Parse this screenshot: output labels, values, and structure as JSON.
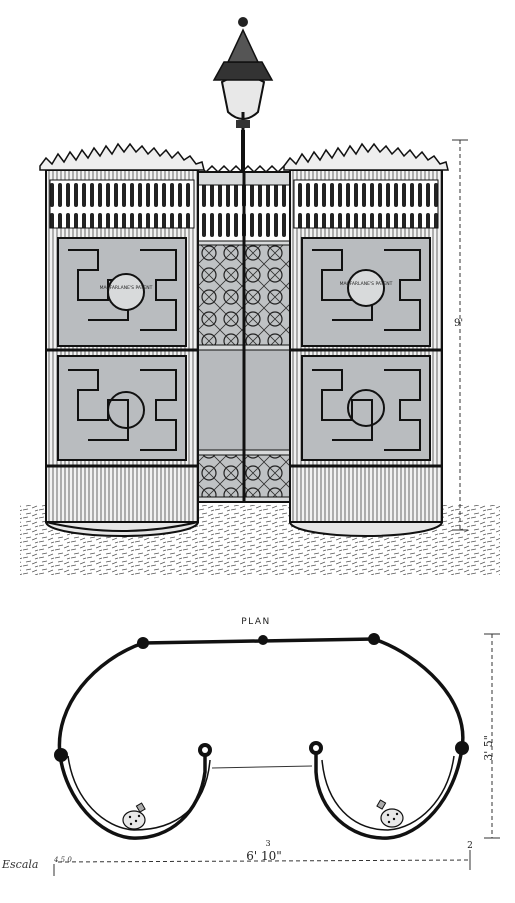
{
  "diagram": {
    "elevation": {
      "left_plate_text": "MACFARLANE'S PATENT",
      "right_plate_text": "MACFARLANE'S PATENT",
      "height_dimension": "9'"
    },
    "plan": {
      "title": "PLAN",
      "depth_dimension": "3' 5\"",
      "width_dimension": "6' 10\"",
      "small_tick_left": "3",
      "small_tick_right": "2",
      "scale_label": "Escala",
      "scale_marks": "4 5 0"
    }
  },
  "colors": {
    "ink": "#1a1a1a",
    "panel_fill": "#b9bcbf",
    "paper": "#ffffff"
  }
}
